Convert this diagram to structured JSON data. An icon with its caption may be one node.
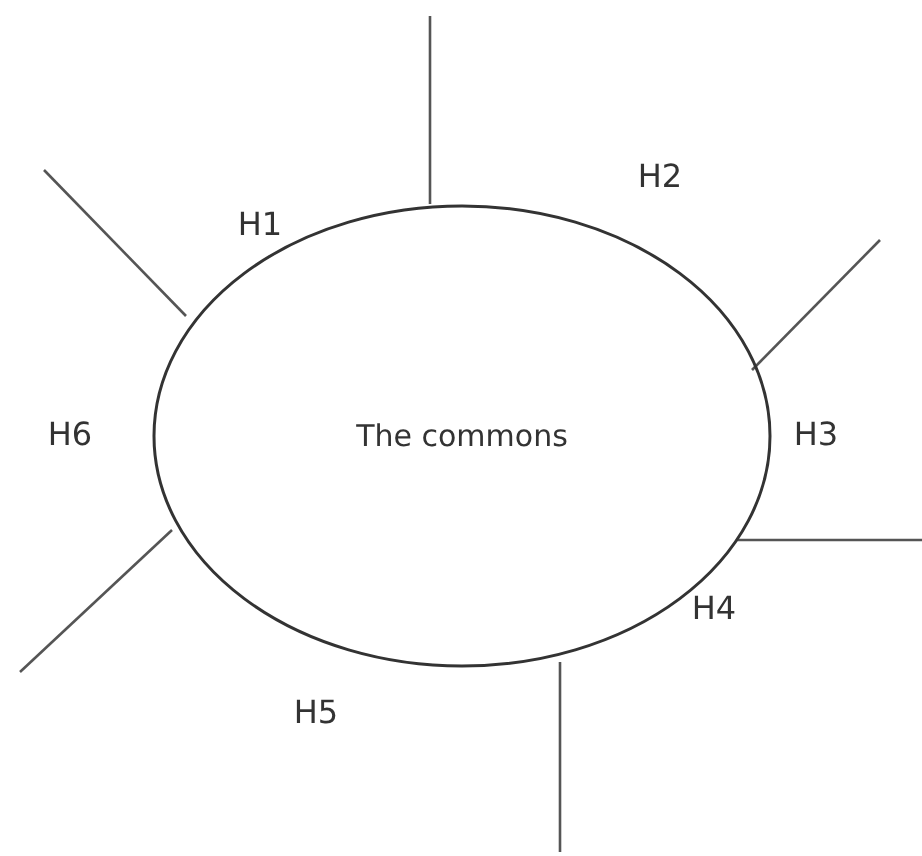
{
  "diagram": {
    "nodes": [
      {
        "text": [
          "The commons"
        ]
      }
    ],
    "labels": [
      "H1",
      "H2",
      "H3",
      "H4",
      "H5",
      "H6"
    ]
  }
}
